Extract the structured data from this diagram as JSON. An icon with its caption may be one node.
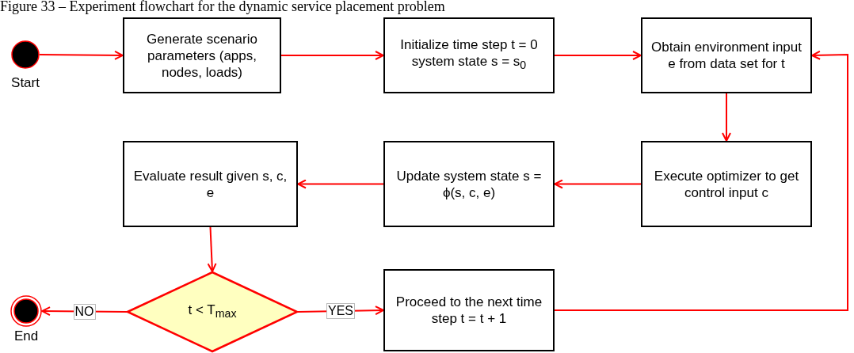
{
  "diagram": {
    "title": "Figure 33 – Experiment flowchart for the dynamic service placement problem",
    "nodes": [
      {
        "text": [],
        "shape": "circle",
        "beside": [
          "Start"
        ]
      },
      {
        "text": [
          "Generate scenario parameters (apps, nodes, loads)"
        ]
      },
      {
        "text": [
          "Initialize time step t = 0 system state s = s$_{0}$"
        ]
      },
      {
        "text": [
          "Obtain environment input e from data set for t"
        ]
      },
      {
        "text": [
          "Execute optimizer to get control input c"
        ]
      },
      {
        "text": [
          "Update system state s = ϕ(s, c, e)"
        ]
      },
      {
        "text": [
          "Evaluate result given s, c, e"
        ]
      },
      {
        "text": [
          "t < T$_{max}$"
        ]
      },
      {
        "text": [],
        "shape": "circle",
        "beside": [
          "End"
        ]
      },
      {
        "text": [
          "Proceed to the next time step t = t + 1"
        ]
      }
    ],
    "edges": [
      {
        "from": 0,
        "to": 1,
        "arrow": "to"
      },
      {
        "from": 1,
        "to": 2,
        "arrow": "to"
      },
      {
        "from": 2,
        "to": 3,
        "arrow": "to"
      },
      {
        "from": 3,
        "to": 4,
        "arrow": "to"
      },
      {
        "from": 4,
        "to": 5,
        "arrow": "to"
      },
      {
        "from": 5,
        "to": 6,
        "arrow": "to"
      },
      {
        "from": 6,
        "to": 7,
        "arrow": "to"
      },
      {
        "from": 7,
        "to": 8,
        "arrow": "to",
        "label": "NO"
      },
      {
        "from": 7,
        "to": 9,
        "arrow": "to",
        "label": "YES"
      },
      {
        "from": 9,
        "to": 3,
        "arrow": "to"
      }
    ]
  }
}
